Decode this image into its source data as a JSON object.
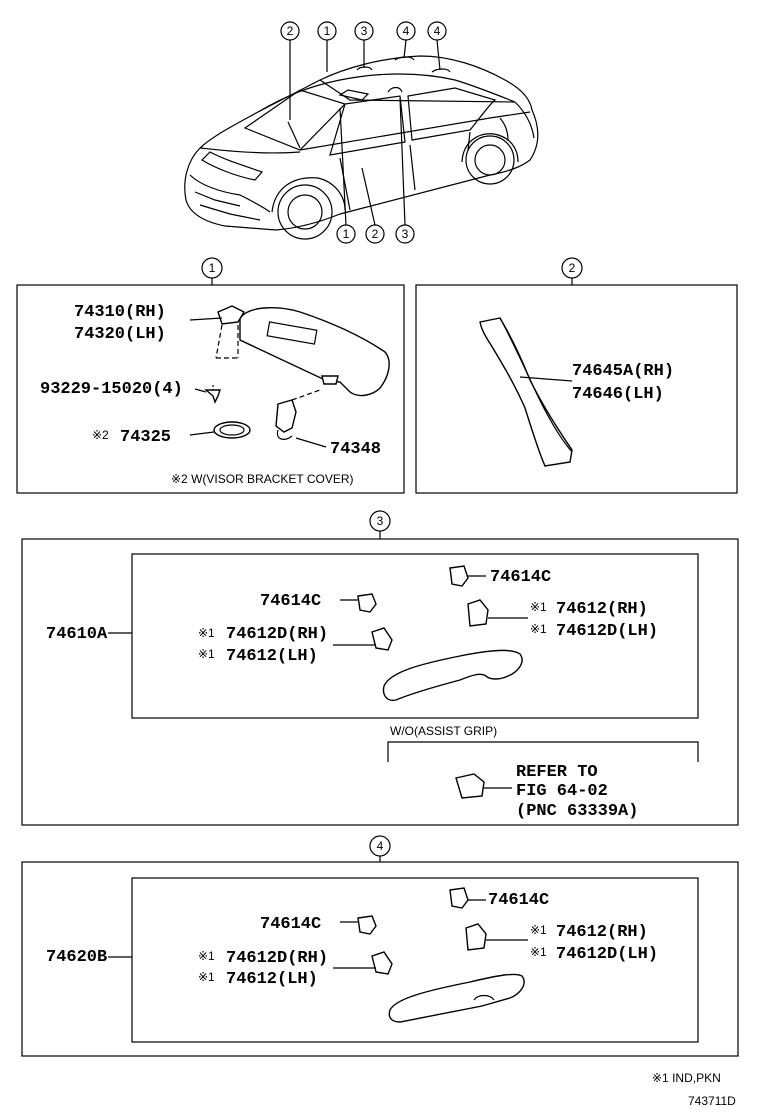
{
  "callouts": {
    "c1": "1",
    "c2": "2",
    "c3": "3",
    "c4": "4"
  },
  "panel1": {
    "sun_visor_rh": "74310(RH)",
    "sun_visor_lh": "74320(LH)",
    "screw": "93229-15020(4)",
    "cover_mark": "※2",
    "cover_part": "74325",
    "holder": "74348",
    "note": "※2 W(VISOR BRACKET COVER)"
  },
  "panel2": {
    "pillar_rh": "74645A(RH)",
    "pillar_lh": "74646(LH)"
  },
  "panel3": {
    "assembly": "74610A",
    "clip_left": "74614C",
    "clip_right": "74614C",
    "mark": "※1",
    "left_rh": "74612D(RH)",
    "left_lh": "74612(LH)",
    "right_rh": "74612(RH)",
    "right_lh": "74612D(LH)",
    "wo_label": "W/O(ASSIST GRIP)",
    "refer1": "REFER TO",
    "refer2": "FIG 64-02",
    "refer3": "(PNC 63339A)"
  },
  "panel4": {
    "assembly": "74620B",
    "clip_left": "74614C",
    "clip_right": "74614C",
    "mark": "※1",
    "left_rh": "74612D(RH)",
    "left_lh": "74612(LH)",
    "right_rh": "74612(RH)",
    "right_lh": "74612D(LH)"
  },
  "footer": {
    "note": "※1 IND,PKN",
    "code": "743711D"
  }
}
